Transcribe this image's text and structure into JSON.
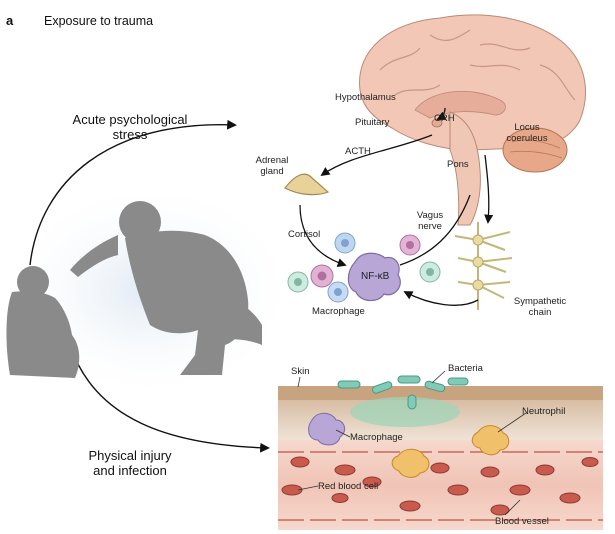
{
  "panel_letter": "a",
  "title": "Exposure to trauma",
  "pathway_top": "Acute psychological stress",
  "pathway_top_lines": [
    "Acute psychological",
    "stress"
  ],
  "pathway_bottom": "Physical injury and infection",
  "pathway_bottom_lines": [
    "Physical injury",
    "and infection"
  ],
  "brain_labels": {
    "hypothalamus": "Hypothalamus",
    "pituitary": "Pituitary",
    "crh": "CRH",
    "locus_coeruleus_lines": [
      "Locus",
      "coeruleus"
    ],
    "pons": "Pons",
    "acth": "ACTH",
    "adrenal_gland_lines": [
      "Adrenal",
      "gland"
    ],
    "vagus_nerve_lines": [
      "Vagus",
      "nerve"
    ],
    "cortisol": "Cortisol",
    "nfkb": "NF-κB",
    "macrophage": "Macrophage",
    "sympathetic_chain_lines": [
      "Sympathetic",
      "chain"
    ]
  },
  "tissue_labels": {
    "skin": "Skin",
    "bacteria": "Bacteria",
    "neutrophil": "Neutrophil",
    "macrophage": "Macrophage",
    "red_blood_cell": "Red blood cell",
    "blood_vessel": "Blood vessel"
  },
  "colors": {
    "silhouette": "#8a8a8a",
    "brain": "#f2c7b5",
    "cerebellum": "#e7a889",
    "blood": "#c85a4e",
    "bacteria": "#7fcbb8",
    "macrophage": "#b7a6d6",
    "neutrophil": "#f1c06a",
    "nerve": "#e8dca4"
  }
}
